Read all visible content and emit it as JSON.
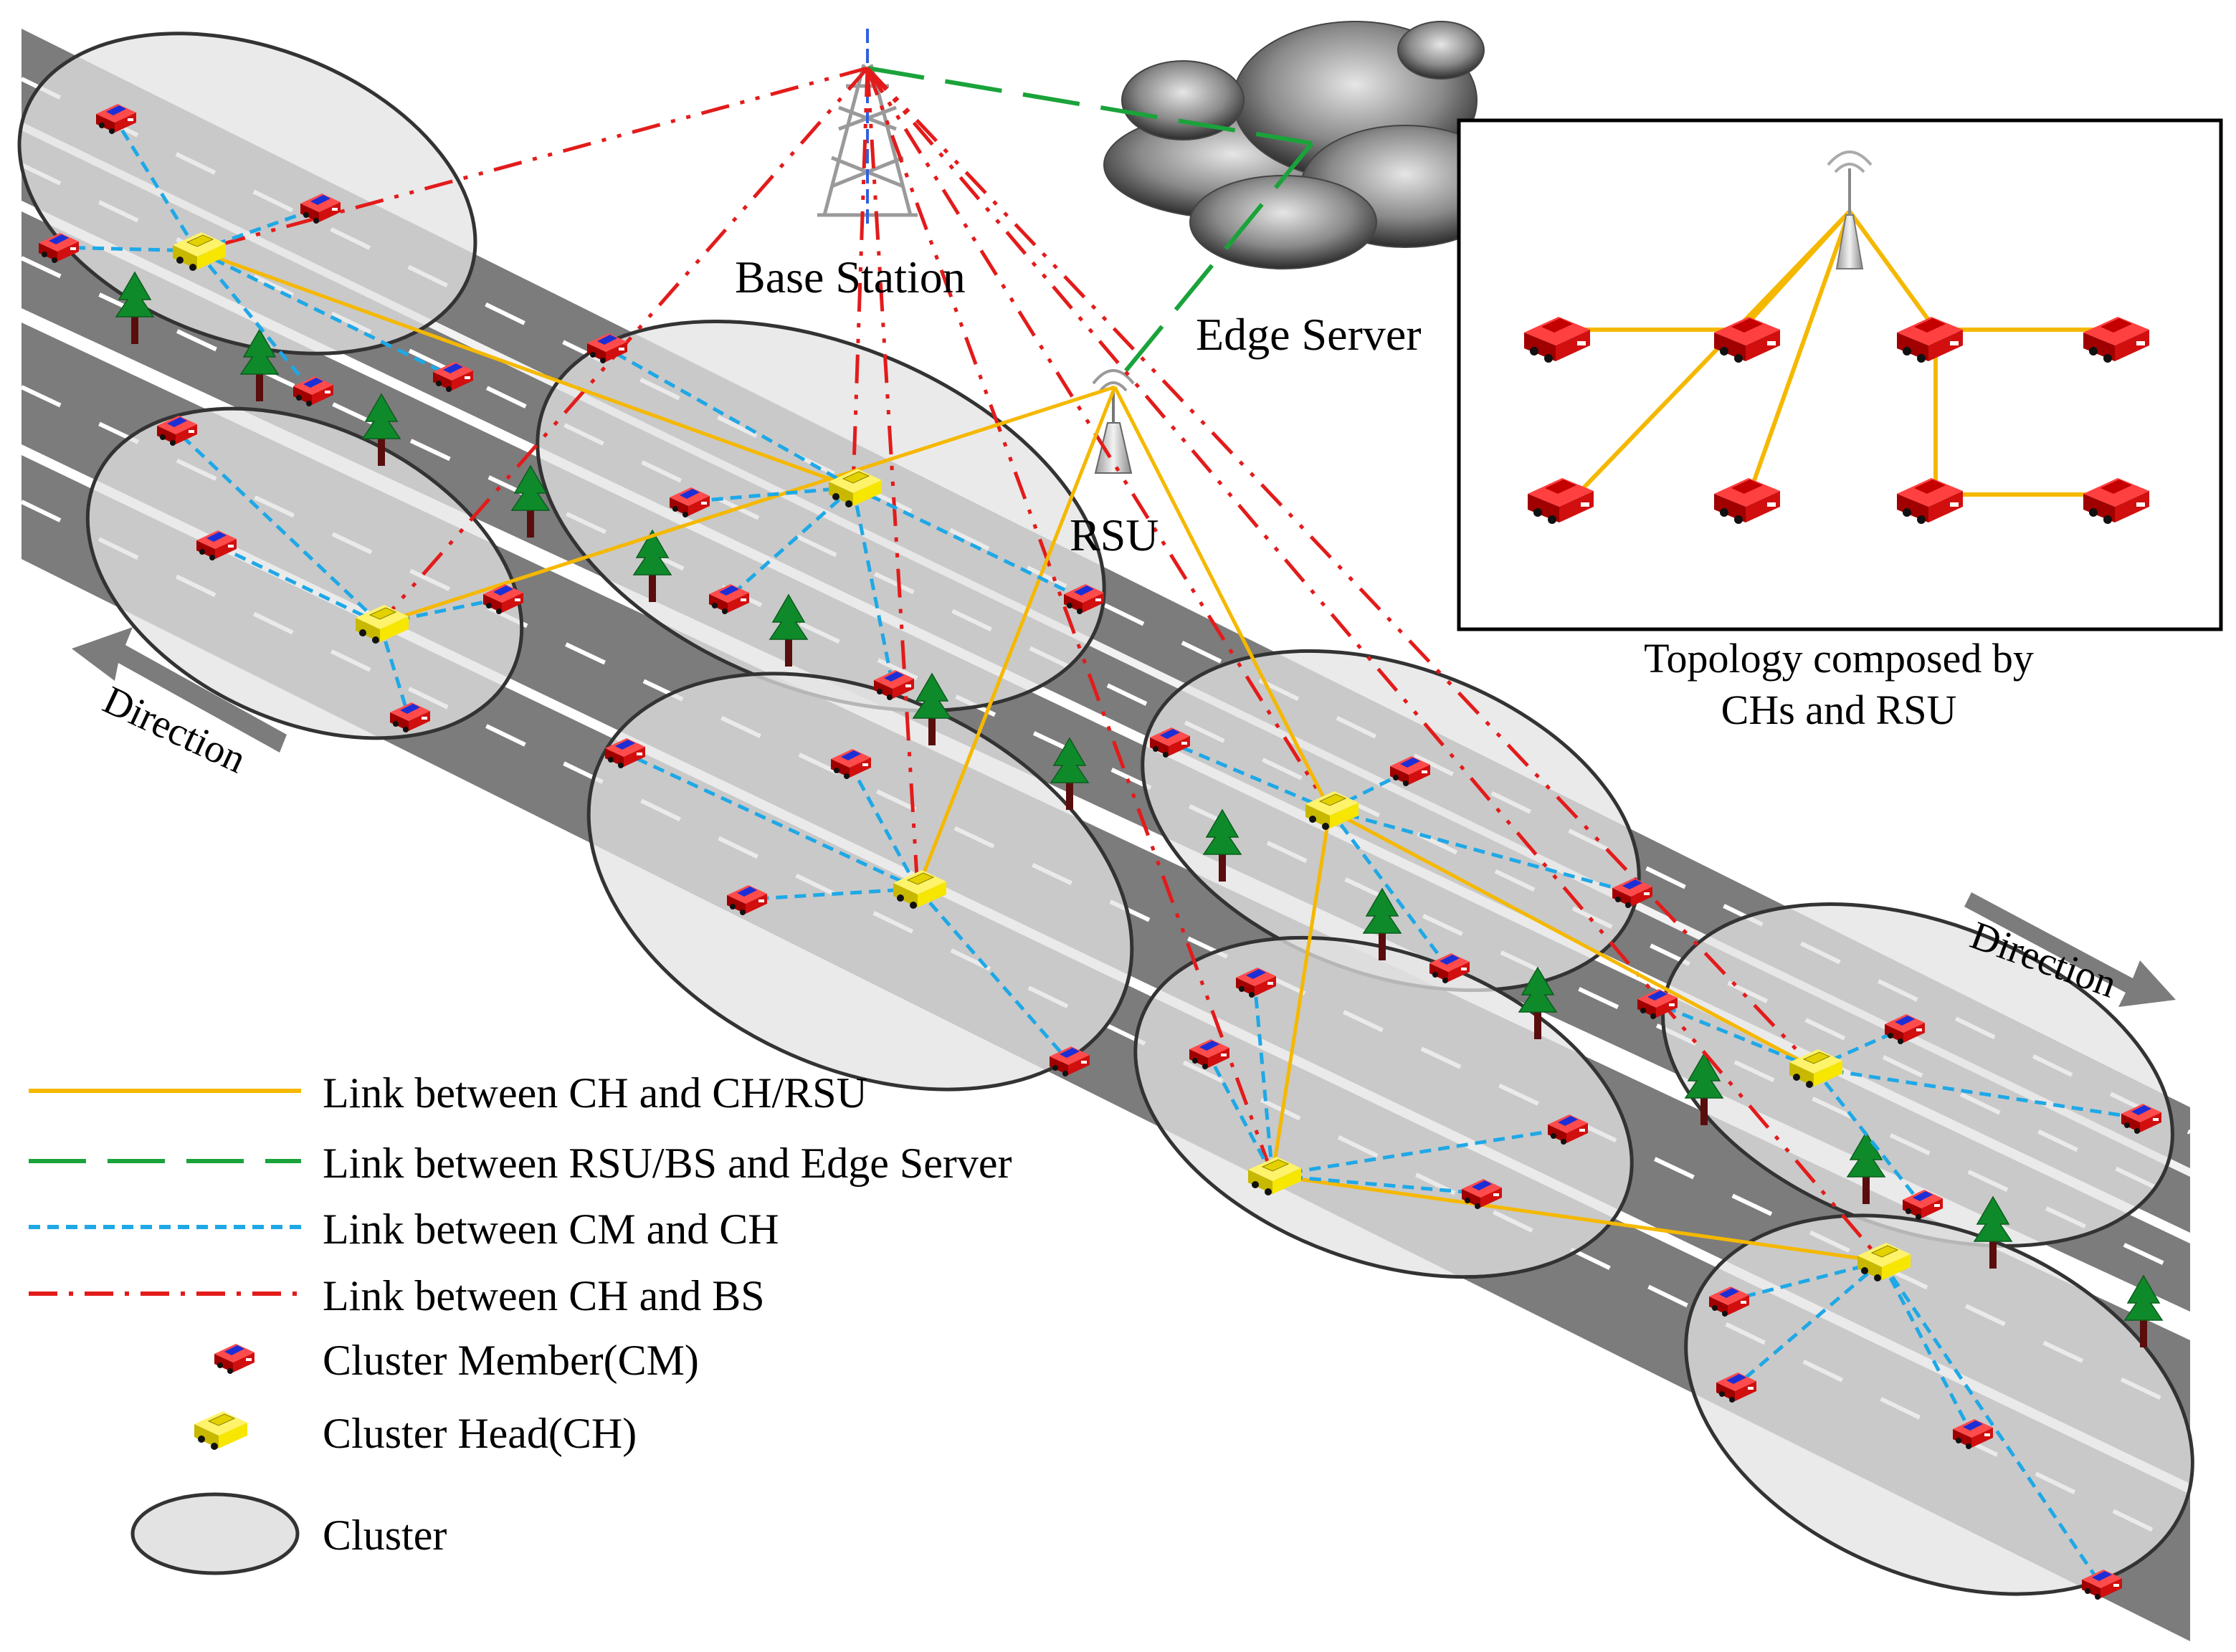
{
  "labels": {
    "base_station": "Base Station",
    "edge_server": "Edge Server",
    "rsu": "RSU",
    "direction_left": "Direction",
    "direction_right": "Direction",
    "topology_caption_line1": "Topology composed by",
    "topology_caption_line2": "CHs and RSU"
  },
  "legend": [
    {
      "kind": "ch-ch-rsu",
      "label": "Link between CH and CH/RSU"
    },
    {
      "kind": "rsu-bs-edge",
      "label": "Link between RSU/BS and Edge Server"
    },
    {
      "kind": "cm-ch",
      "label": "Link between CM and CH"
    },
    {
      "kind": "ch-bs",
      "label": "Link between CH and BS"
    },
    {
      "kind": "cm-car",
      "label": "Cluster Member(CM)"
    },
    {
      "kind": "ch-car",
      "label": "Cluster Head(CH)"
    },
    {
      "kind": "cluster",
      "label": "Cluster"
    }
  ],
  "colors": {
    "ch_link": "#f5b800",
    "edge_link": "#1aa33a",
    "cm_link": "#1fa8e6",
    "bs_link": "#e31b1b",
    "cm_car": "#d10f0f",
    "ch_car": "#f7e600",
    "road": "#7c7c7c",
    "road_dark": "#555555",
    "cluster_fill": "#e3e3e3",
    "tree": "#0f8a2a"
  }
}
